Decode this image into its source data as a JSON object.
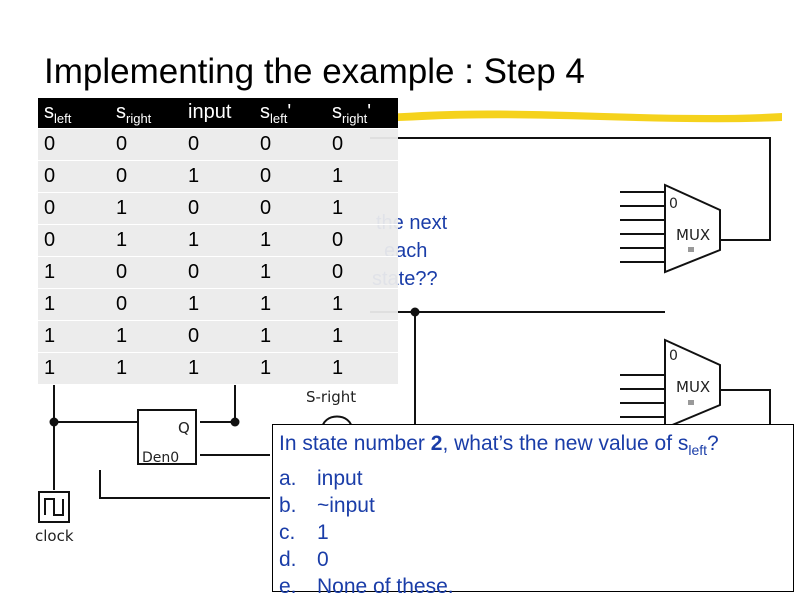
{
  "slide": {
    "title": "Implementing the example : Step 4"
  },
  "truth_table": {
    "headers": [
      {
        "base": "s",
        "sub": "left",
        "suffix": ""
      },
      {
        "base": "s",
        "sub": "right",
        "suffix": ""
      },
      {
        "base": "input",
        "sub": "",
        "suffix": ""
      },
      {
        "base": "s",
        "sub": "left",
        "suffix": "'"
      },
      {
        "base": "s",
        "sub": "right",
        "suffix": "'"
      }
    ],
    "rows": [
      [
        "0",
        "0",
        "0",
        "0",
        "0"
      ],
      [
        "0",
        "0",
        "1",
        "0",
        "1"
      ],
      [
        "0",
        "1",
        "0",
        "0",
        "1"
      ],
      [
        "0",
        "1",
        "1",
        "1",
        "0"
      ],
      [
        "1",
        "0",
        "0",
        "1",
        "0"
      ],
      [
        "1",
        "0",
        "1",
        "1",
        "1"
      ],
      [
        "1",
        "1",
        "0",
        "1",
        "1"
      ],
      [
        "1",
        "1",
        "1",
        "1",
        "1"
      ]
    ]
  },
  "background_text": {
    "line1": "the next",
    "line2": "each",
    "line3": "state??"
  },
  "circuit_labels": {
    "mux_top": "MUX",
    "mux_bottom": "MUX",
    "zero_top": "0",
    "zero_bottom": "0",
    "s_right": "S-right",
    "q": "Q",
    "den": "Den0",
    "clock": "clock"
  },
  "question": {
    "prefix": "In state number ",
    "number": "2",
    "suffix": ", what’s the new value of s",
    "sub": "left",
    "end": "?",
    "options": [
      {
        "letter": "a.",
        "text": "input"
      },
      {
        "letter": "b.",
        "text": "~input"
      },
      {
        "letter": "c.",
        "text": "1"
      },
      {
        "letter": "d.",
        "text": "0"
      },
      {
        "letter": "e.",
        "text": "None of these."
      }
    ]
  },
  "colors": {
    "highlight": "#f5d21c",
    "question_text": "#1a3da8",
    "table_header_bg": "#000000",
    "table_body_bg": "#ebebeb"
  }
}
